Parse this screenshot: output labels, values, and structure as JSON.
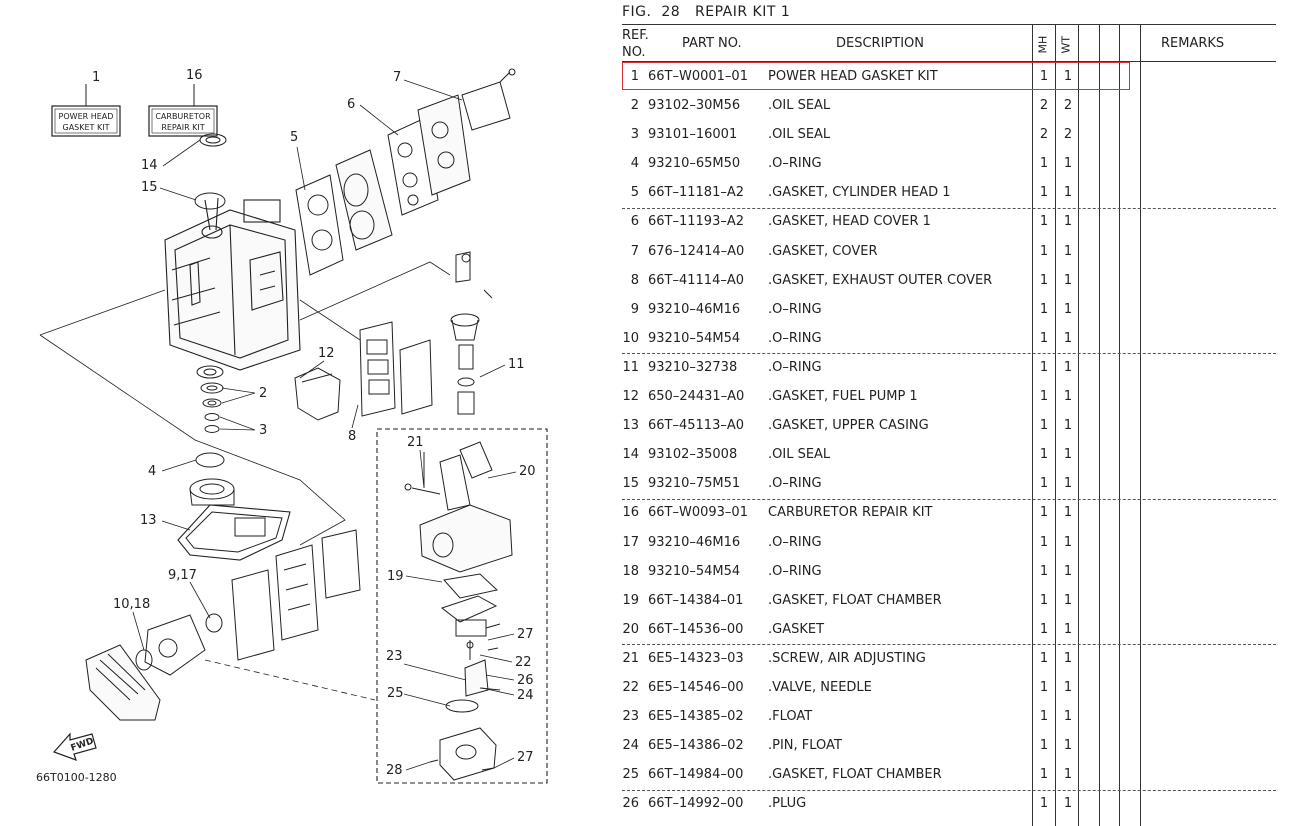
{
  "diagram": {
    "label_kit1": [
      "POWER HEAD",
      "GASKET KIT"
    ],
    "label_kit2": [
      "CARBURETOR",
      "REPAIR KIT"
    ],
    "callouts": {
      "n1": "1",
      "n16": "16",
      "n7": "7",
      "n6": "6",
      "n5": "5",
      "n14": "14",
      "n15": "15",
      "n12": "12",
      "n11": "11",
      "n2": "2",
      "n3": "3",
      "n8": "8",
      "n4": "4",
      "n13": "13",
      "n917": "9,17",
      "n1018": "10,18",
      "n21": "21",
      "n20": "20",
      "n19": "19",
      "n27a": "27",
      "n22": "22",
      "n23": "23",
      "n26": "26",
      "n24": "24",
      "n25": "25",
      "n27b": "27",
      "n28": "28"
    },
    "fwd": "FWD",
    "code": "66T0100-1280"
  },
  "figure": {
    "title": "FIG.  28   REPAIR KIT 1"
  },
  "table": {
    "headers": {
      "ref1": "REF.",
      "ref2": "NO.",
      "part": "PART NO.",
      "desc": "DESCRIPTION",
      "mh": "MH",
      "wt": "WT",
      "remarks": "REMARKS"
    },
    "rows": [
      {
        "ref": "1",
        "part": "66T–W0001–01",
        "desc": "POWER HEAD GASKET KIT",
        "mh": "1",
        "wt": "1"
      },
      {
        "ref": "2",
        "part": "93102–30M56",
        "desc": ".OIL SEAL",
        "mh": "2",
        "wt": "2"
      },
      {
        "ref": "3",
        "part": "93101–16001",
        "desc": ".OIL SEAL",
        "mh": "2",
        "wt": "2"
      },
      {
        "ref": "4",
        "part": "93210–65M50",
        "desc": ".O–RING",
        "mh": "1",
        "wt": "1"
      },
      {
        "ref": "5",
        "part": "66T–11181–A2",
        "desc": ".GASKET, CYLINDER HEAD 1",
        "mh": "1",
        "wt": "1"
      },
      {
        "ref": "6",
        "part": "66T–11193–A2",
        "desc": ".GASKET, HEAD COVER 1",
        "mh": "1",
        "wt": "1"
      },
      {
        "ref": "7",
        "part": "676–12414–A0",
        "desc": ".GASKET, COVER",
        "mh": "1",
        "wt": "1"
      },
      {
        "ref": "8",
        "part": "66T–41114–A0",
        "desc": ".GASKET, EXHAUST OUTER COVER",
        "mh": "1",
        "wt": "1"
      },
      {
        "ref": "9",
        "part": "93210–46M16",
        "desc": ".O–RING",
        "mh": "1",
        "wt": "1"
      },
      {
        "ref": "10",
        "part": "93210–54M54",
        "desc": ".O–RING",
        "mh": "1",
        "wt": "1"
      },
      {
        "ref": "11",
        "part": "93210–32738",
        "desc": ".O–RING",
        "mh": "1",
        "wt": "1"
      },
      {
        "ref": "12",
        "part": "650–24431–A0",
        "desc": ".GASKET, FUEL PUMP 1",
        "mh": "1",
        "wt": "1"
      },
      {
        "ref": "13",
        "part": "66T–45113–A0",
        "desc": ".GASKET, UPPER CASING",
        "mh": "1",
        "wt": "1"
      },
      {
        "ref": "14",
        "part": "93102–35008",
        "desc": ".OIL SEAL",
        "mh": "1",
        "wt": "1"
      },
      {
        "ref": "15",
        "part": "93210–75M51",
        "desc": ".O–RING",
        "mh": "1",
        "wt": "1"
      },
      {
        "ref": "16",
        "part": "66T–W0093–01",
        "desc": "CARBURETOR REPAIR KIT",
        "mh": "1",
        "wt": "1"
      },
      {
        "ref": "17",
        "part": "93210–46M16",
        "desc": ".O–RING",
        "mh": "1",
        "wt": "1"
      },
      {
        "ref": "18",
        "part": "93210–54M54",
        "desc": ".O–RING",
        "mh": "1",
        "wt": "1"
      },
      {
        "ref": "19",
        "part": "66T–14384–01",
        "desc": ".GASKET, FLOAT CHAMBER",
        "mh": "1",
        "wt": "1"
      },
      {
        "ref": "20",
        "part": "66T–14536–00",
        "desc": ".GASKET",
        "mh": "1",
        "wt": "1"
      },
      {
        "ref": "21",
        "part": "6E5–14323–03",
        "desc": ".SCREW, AIR ADJUSTING",
        "mh": "1",
        "wt": "1"
      },
      {
        "ref": "22",
        "part": "6E5–14546–00",
        "desc": ".VALVE, NEEDLE",
        "mh": "1",
        "wt": "1"
      },
      {
        "ref": "23",
        "part": "6E5–14385–02",
        "desc": ".FLOAT",
        "mh": "1",
        "wt": "1"
      },
      {
        "ref": "24",
        "part": "6E5–14386–02",
        "desc": ".PIN, FLOAT",
        "mh": "1",
        "wt": "1"
      },
      {
        "ref": "25",
        "part": "66T–14984–00",
        "desc": ".GASKET, FLOAT CHAMBER",
        "mh": "1",
        "wt": "1"
      },
      {
        "ref": "26",
        "part": "66T–14992–00",
        "desc": ".PLUG",
        "mh": "1",
        "wt": "1"
      }
    ]
  }
}
